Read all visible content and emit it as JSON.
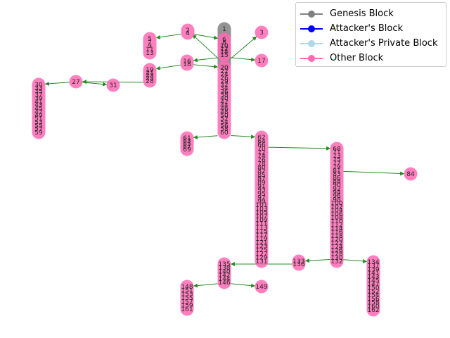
{
  "legend": [
    {
      "label": "Genesis Block",
      "color": "#808080"
    },
    {
      "label": "Attacker's Block",
      "color": "#0000ff"
    },
    {
      "label": "Attacker's Private Block",
      "color": "#add8e6"
    },
    {
      "label": "Other Block",
      "color": "#ff69b4"
    }
  ],
  "colors": {
    "edge": "#228b22",
    "other": "#ff69b4",
    "genesis": "#808080"
  },
  "nodes": [
    {
      "id": "g1",
      "labels": [
        "1"
      ],
      "kind": "genesis"
    },
    {
      "id": "g2",
      "labels": [
        "2",
        "4"
      ],
      "kind": "other"
    },
    {
      "id": "g3",
      "labels": [
        "3"
      ],
      "kind": "other"
    },
    {
      "id": "g5",
      "labels": [
        "5",
        "7",
        "9",
        "11",
        "13"
      ],
      "kind": "other"
    },
    {
      "id": "g6",
      "labels": [
        "6",
        "8",
        "10",
        "12",
        "14",
        "15"
      ],
      "kind": "other"
    },
    {
      "id": "g16",
      "labels": [
        "16",
        "18"
      ],
      "kind": "other"
    },
    {
      "id": "g17",
      "labels": [
        "17"
      ],
      "kind": "other"
    },
    {
      "id": "g19",
      "labels": [
        "19",
        "21",
        "23",
        "25",
        "28"
      ],
      "kind": "other"
    },
    {
      "id": "g20",
      "labels": [
        "20",
        "22",
        "24",
        "26",
        "29",
        "32",
        "34",
        "36",
        "38",
        "40",
        "42",
        "44",
        "46",
        "48",
        "50",
        "52",
        "54",
        "56",
        "58",
        "60"
      ],
      "kind": "other"
    },
    {
      "id": "g27",
      "labels": [
        "27"
      ],
      "kind": "other"
    },
    {
      "id": "g31",
      "labels": [
        "31"
      ],
      "kind": "other"
    },
    {
      "id": "g30",
      "labels": [
        "30",
        "33",
        "35",
        "37",
        "39",
        "41",
        "43",
        "45",
        "47",
        "49",
        "51",
        "53",
        "55",
        "57",
        "59"
      ],
      "kind": "other"
    },
    {
      "id": "g61",
      "labels": [
        "61",
        "63",
        "65",
        "67",
        "69"
      ],
      "kind": "other"
    },
    {
      "id": "g62",
      "labels": [
        "62",
        "64",
        "66",
        "70",
        "72",
        "74",
        "76",
        "78",
        "80",
        "82",
        "85",
        "87",
        "89",
        "91",
        "93",
        "95",
        "97",
        "99",
        "101",
        "103",
        "105",
        "107",
        "109",
        "111",
        "113",
        "115",
        "117",
        "119",
        "121",
        "123",
        "125",
        "127",
        "129",
        "131"
      ],
      "kind": "other"
    },
    {
      "id": "g68",
      "labels": [
        "68",
        "71",
        "73",
        "75",
        "77",
        "79",
        "81",
        "83",
        "86",
        "88",
        "90",
        "92",
        "94",
        "96",
        "98",
        "100",
        "102",
        "104",
        "106",
        "108",
        "110",
        "112",
        "114",
        "116",
        "118",
        "120",
        "122",
        "124",
        "126",
        "128",
        "130",
        "132"
      ],
      "kind": "other"
    },
    {
      "id": "g84",
      "labels": [
        "84"
      ],
      "kind": "other"
    },
    {
      "id": "g133",
      "labels": [
        "133",
        "136"
      ],
      "kind": "other"
    },
    {
      "id": "g134",
      "labels": [
        "134",
        "137",
        "139",
        "141",
        "143",
        "145",
        "147",
        "150",
        "152",
        "154",
        "156",
        "158",
        "160",
        "162"
      ],
      "kind": "other"
    },
    {
      "id": "g135",
      "labels": [
        "135",
        "138",
        "140",
        "142",
        "144",
        "146"
      ],
      "kind": "other"
    },
    {
      "id": "g148",
      "labels": [
        "148",
        "151",
        "153",
        "155",
        "157",
        "159",
        "161"
      ],
      "kind": "other"
    },
    {
      "id": "g149",
      "labels": [
        "149"
      ],
      "kind": "other"
    }
  ],
  "edges": [
    [
      "g1",
      "g2"
    ],
    [
      "g1",
      "g3"
    ],
    [
      "g2",
      "g5"
    ],
    [
      "g2",
      "g6"
    ],
    [
      "g15",
      "g16"
    ],
    [
      "g15",
      "g17"
    ],
    [
      "g16",
      "g19"
    ],
    [
      "g16",
      "g20"
    ],
    [
      "g28",
      "g27"
    ],
    [
      "g27",
      "g30"
    ],
    [
      "g27",
      "g31"
    ],
    [
      "g60",
      "g61"
    ],
    [
      "g60",
      "g62"
    ],
    [
      "g66",
      "g68"
    ],
    [
      "g81",
      "g84"
    ],
    [
      "g132",
      "g133"
    ],
    [
      "g132",
      "g134"
    ],
    [
      "g133",
      "g135"
    ],
    [
      "g146",
      "g148"
    ],
    [
      "g146",
      "g149"
    ]
  ]
}
